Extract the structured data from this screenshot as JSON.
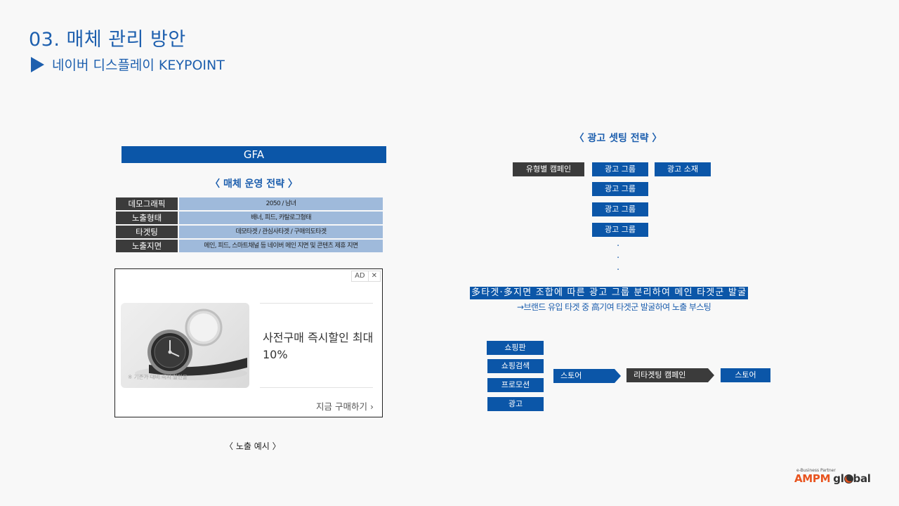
{
  "header": {
    "title": "03. 매체 관리 방안",
    "subtitle": "네이버 디스플레이 KEYPOINT"
  },
  "left": {
    "gfa_label": "GFA",
    "section_title": "〈 매체 운영 전략 〉",
    "strategy_rows": [
      {
        "label": "데모그래픽",
        "value": "2050 / 남녀"
      },
      {
        "label": "노출형태",
        "value": "배너, 피드, 카탈로그형태"
      },
      {
        "label": "타겟팅",
        "value": "데모타겟 / 관심사타겟 / 구매의도타겟"
      },
      {
        "label": "노출지면",
        "value": "메인, 피드, 스마트채널 등 네이버 메인 지면 및 콘텐츠 제휴 지면"
      }
    ],
    "ad_example": {
      "badge": "AD",
      "close": "✕",
      "image_caption": "※ 기존가 대비 즉시 할인율",
      "copy": "사전구매 즉시할인 최대 10%",
      "cta": "지금 구매하기 ›"
    },
    "exposure_caption": "〈 노출 예시 〉"
  },
  "right": {
    "section_title": "〈 광고 셋팅 전략 〉",
    "campaign_label": "유형별 캠페인",
    "ad_groups": [
      "광고 그룹",
      "광고 그룹",
      "광고 그룹",
      "광고 그룹"
    ],
    "ad_creative_label": "광고 소재",
    "dots": [
      "·",
      "·",
      "·"
    ],
    "highlight": "多타겟·多지면 조합에 따른 광고 그룹 분리하여 메인 타겟군 발굴",
    "note": "→브랜드 유입 타겟 중 高기여 타겟군 발굴하여 노출 부스팅",
    "sources": [
      "쇼핑판",
      "쇼핑검색",
      "프로모션",
      "광고"
    ],
    "store_label_1": "스토어",
    "retarget_label": "리타겟팅 캠페인",
    "store_label_2": "스토어"
  },
  "logo": {
    "tagline": "e-Business Partner",
    "brand": "AMPM",
    "suffix": "gl",
    "suffix_end": "bal"
  },
  "colors": {
    "brand_blue": "#0b56a8",
    "dark_box": "#3b3b3b",
    "light_blue_cell": "#9fbadb",
    "logo_orange": "#e8541f"
  }
}
